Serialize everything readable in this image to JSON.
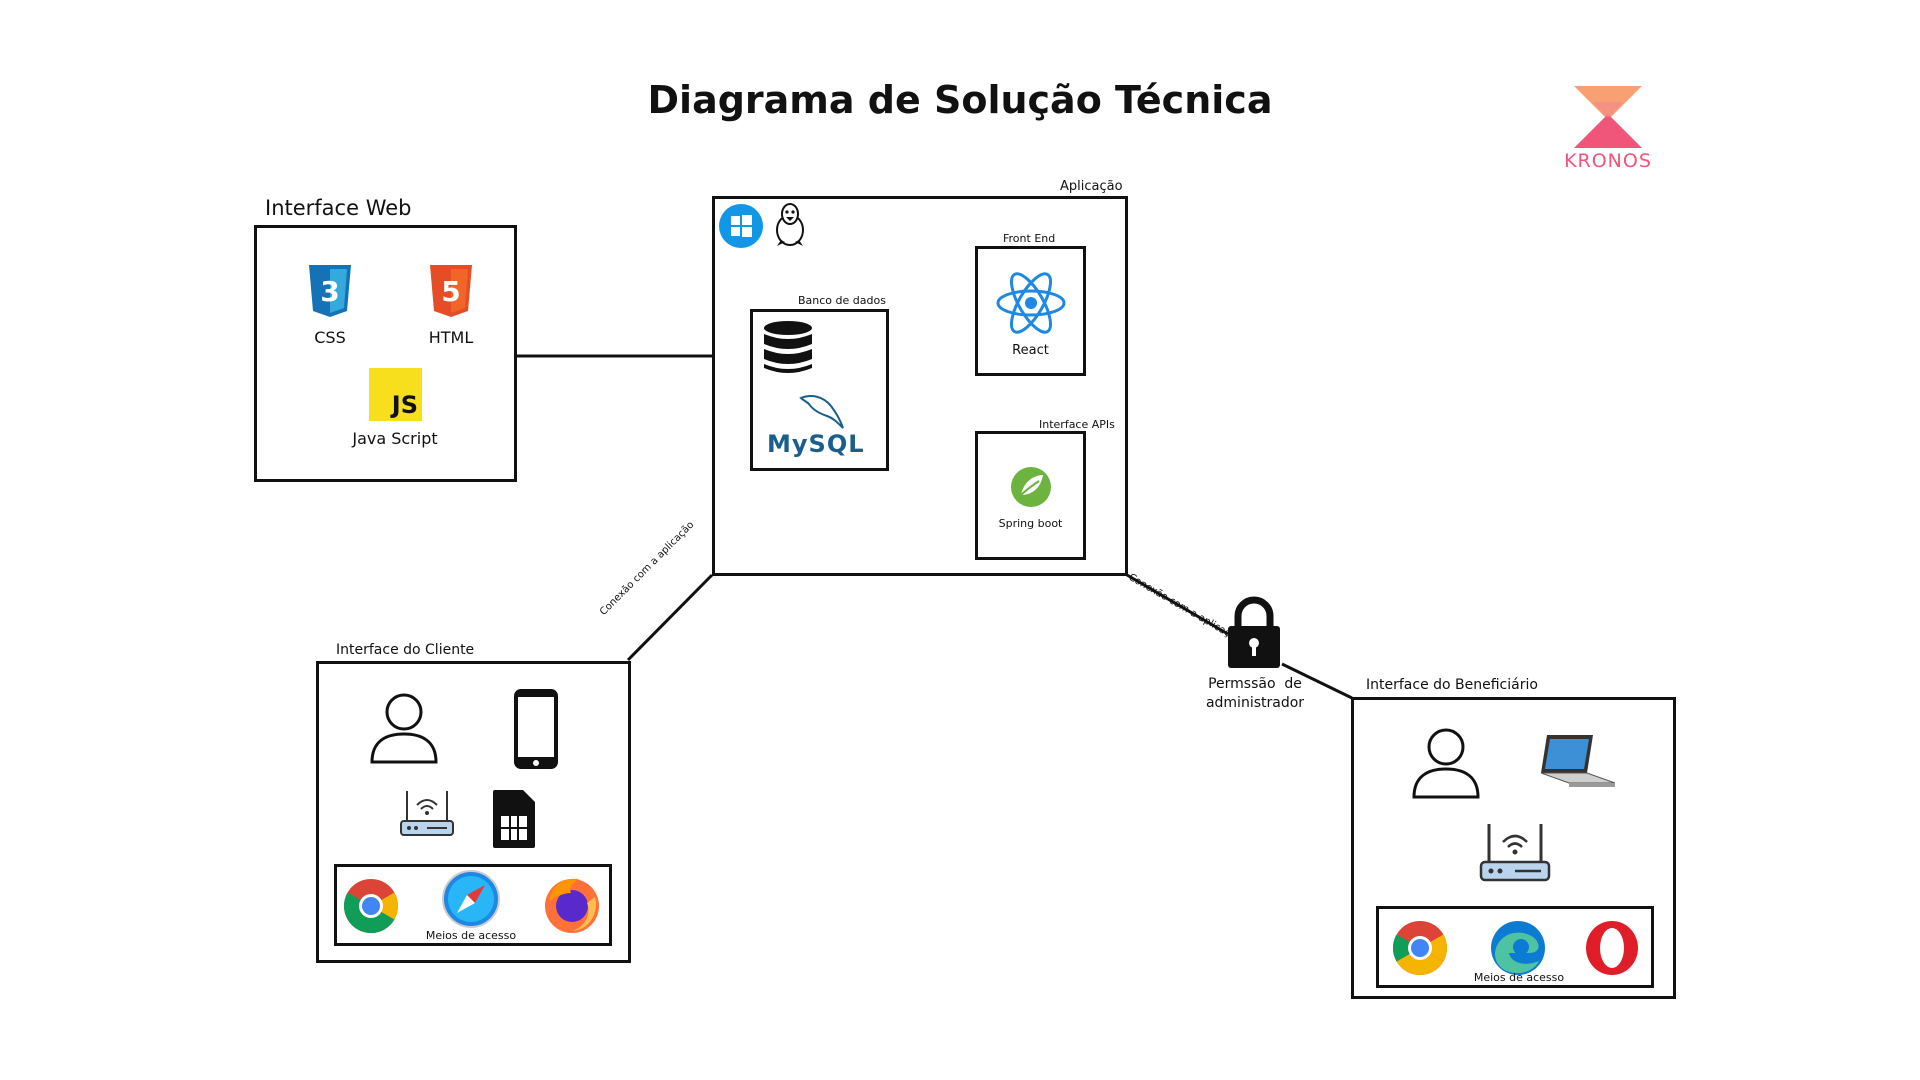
{
  "title": "Diagrama de Solução Técnica",
  "logo": {
    "text": "KRONOS",
    "color": "#f0557a"
  },
  "web": {
    "label": "Interface Web",
    "css": "CSS",
    "html": "HTML",
    "js_badge": "JS",
    "js": "Java Script"
  },
  "app": {
    "label": "Aplicação",
    "frontend": "Front End",
    "react": "React",
    "db": "Banco de dados",
    "mysql": "MySQL",
    "apis": "Interface APIs",
    "spring": "Spring boot"
  },
  "client": {
    "label": "Interface do Cliente",
    "access": "Meios de acesso",
    "connection": "Conexão com a aplicação"
  },
  "benef": {
    "label": "Interface do Beneficiário",
    "access": "Meios de acesso",
    "connection": "Conexão com a aplicação"
  },
  "lock": {
    "label_line1": "Permssão  de",
    "label_line2": "administrador"
  },
  "colors": {
    "react": "#1e88e5",
    "spring": "#6db33f",
    "html5": "#e44d26",
    "css3": "#1572b6",
    "js": "#f7df1e",
    "windows": "#1197e6",
    "mysql_text": "#1a5e8c",
    "mysql_accent": "#f29111"
  }
}
